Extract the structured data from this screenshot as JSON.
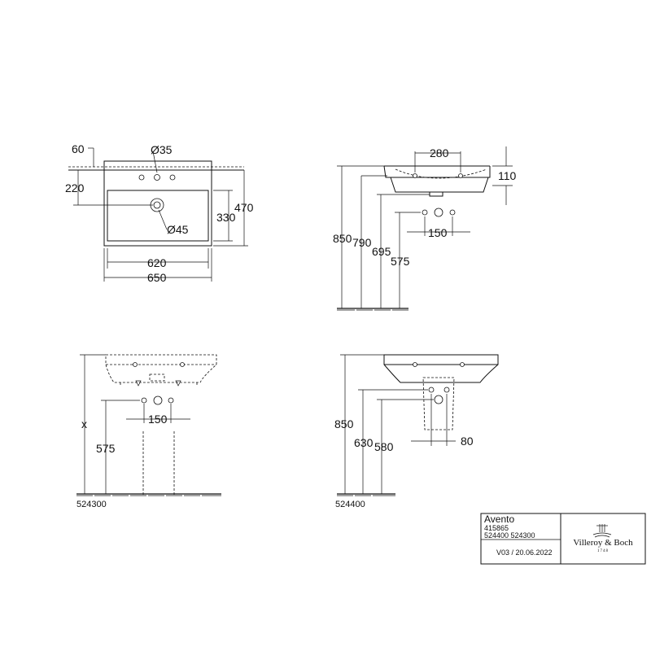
{
  "top_view": {
    "dims": {
      "d60": "60",
      "d35": "Ø35",
      "d220": "220",
      "d45": "Ø45",
      "d330": "330",
      "d470": "470",
      "d620": "620",
      "d650": "650"
    }
  },
  "side_view": {
    "dims": {
      "d280": "280",
      "d110": "110",
      "d850": "850",
      "d790": "790",
      "d695": "695",
      "d575": "575",
      "d150": "150"
    }
  },
  "front_pedestal_view": {
    "dims": {
      "dx": "x",
      "d575": "575",
      "d150": "150"
    },
    "code": "524300"
  },
  "front_semi_pedestal_view": {
    "dims": {
      "d850": "850",
      "d630": "630",
      "d580": "580",
      "d80": "80"
    },
    "code": "524400"
  },
  "title_block": {
    "product": "Avento",
    "article": "415865",
    "accessories": "524400 524300",
    "version": "V03 / 20.06.2022",
    "brand": "Villeroy & Boch",
    "brand_year": "1748"
  }
}
